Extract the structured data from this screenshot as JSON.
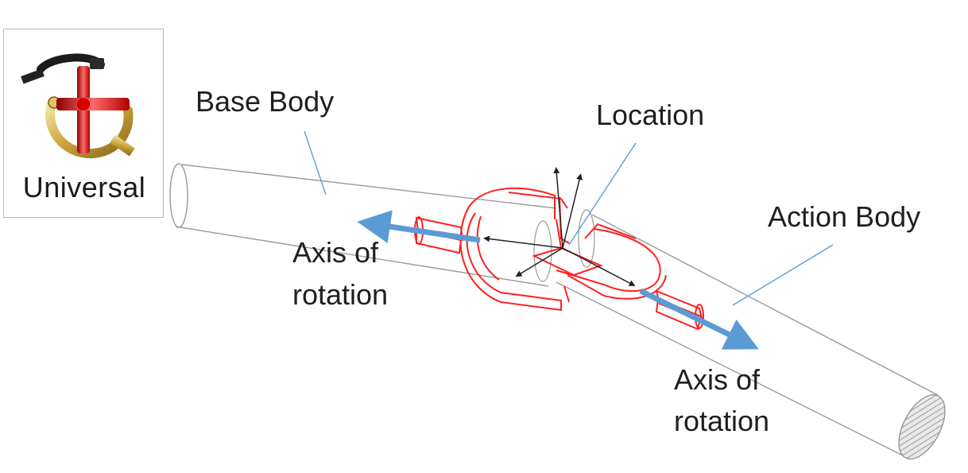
{
  "tool": {
    "label": "Universal",
    "icon": "universal-joint-icon"
  },
  "labels": {
    "base_body": "Base Body",
    "location": "Location",
    "action_body": "Action Body",
    "axis_left_line1": "Axis of",
    "axis_left_line2": "rotation",
    "axis_right_line1": "Axis of",
    "axis_right_line2": "rotation"
  },
  "colors": {
    "joint": "#ff2020",
    "axis_arrow": "#5b9bd5",
    "leader_line": "#5b9bd5",
    "body_outline": "#9a9a9a",
    "triad": "#222222"
  }
}
